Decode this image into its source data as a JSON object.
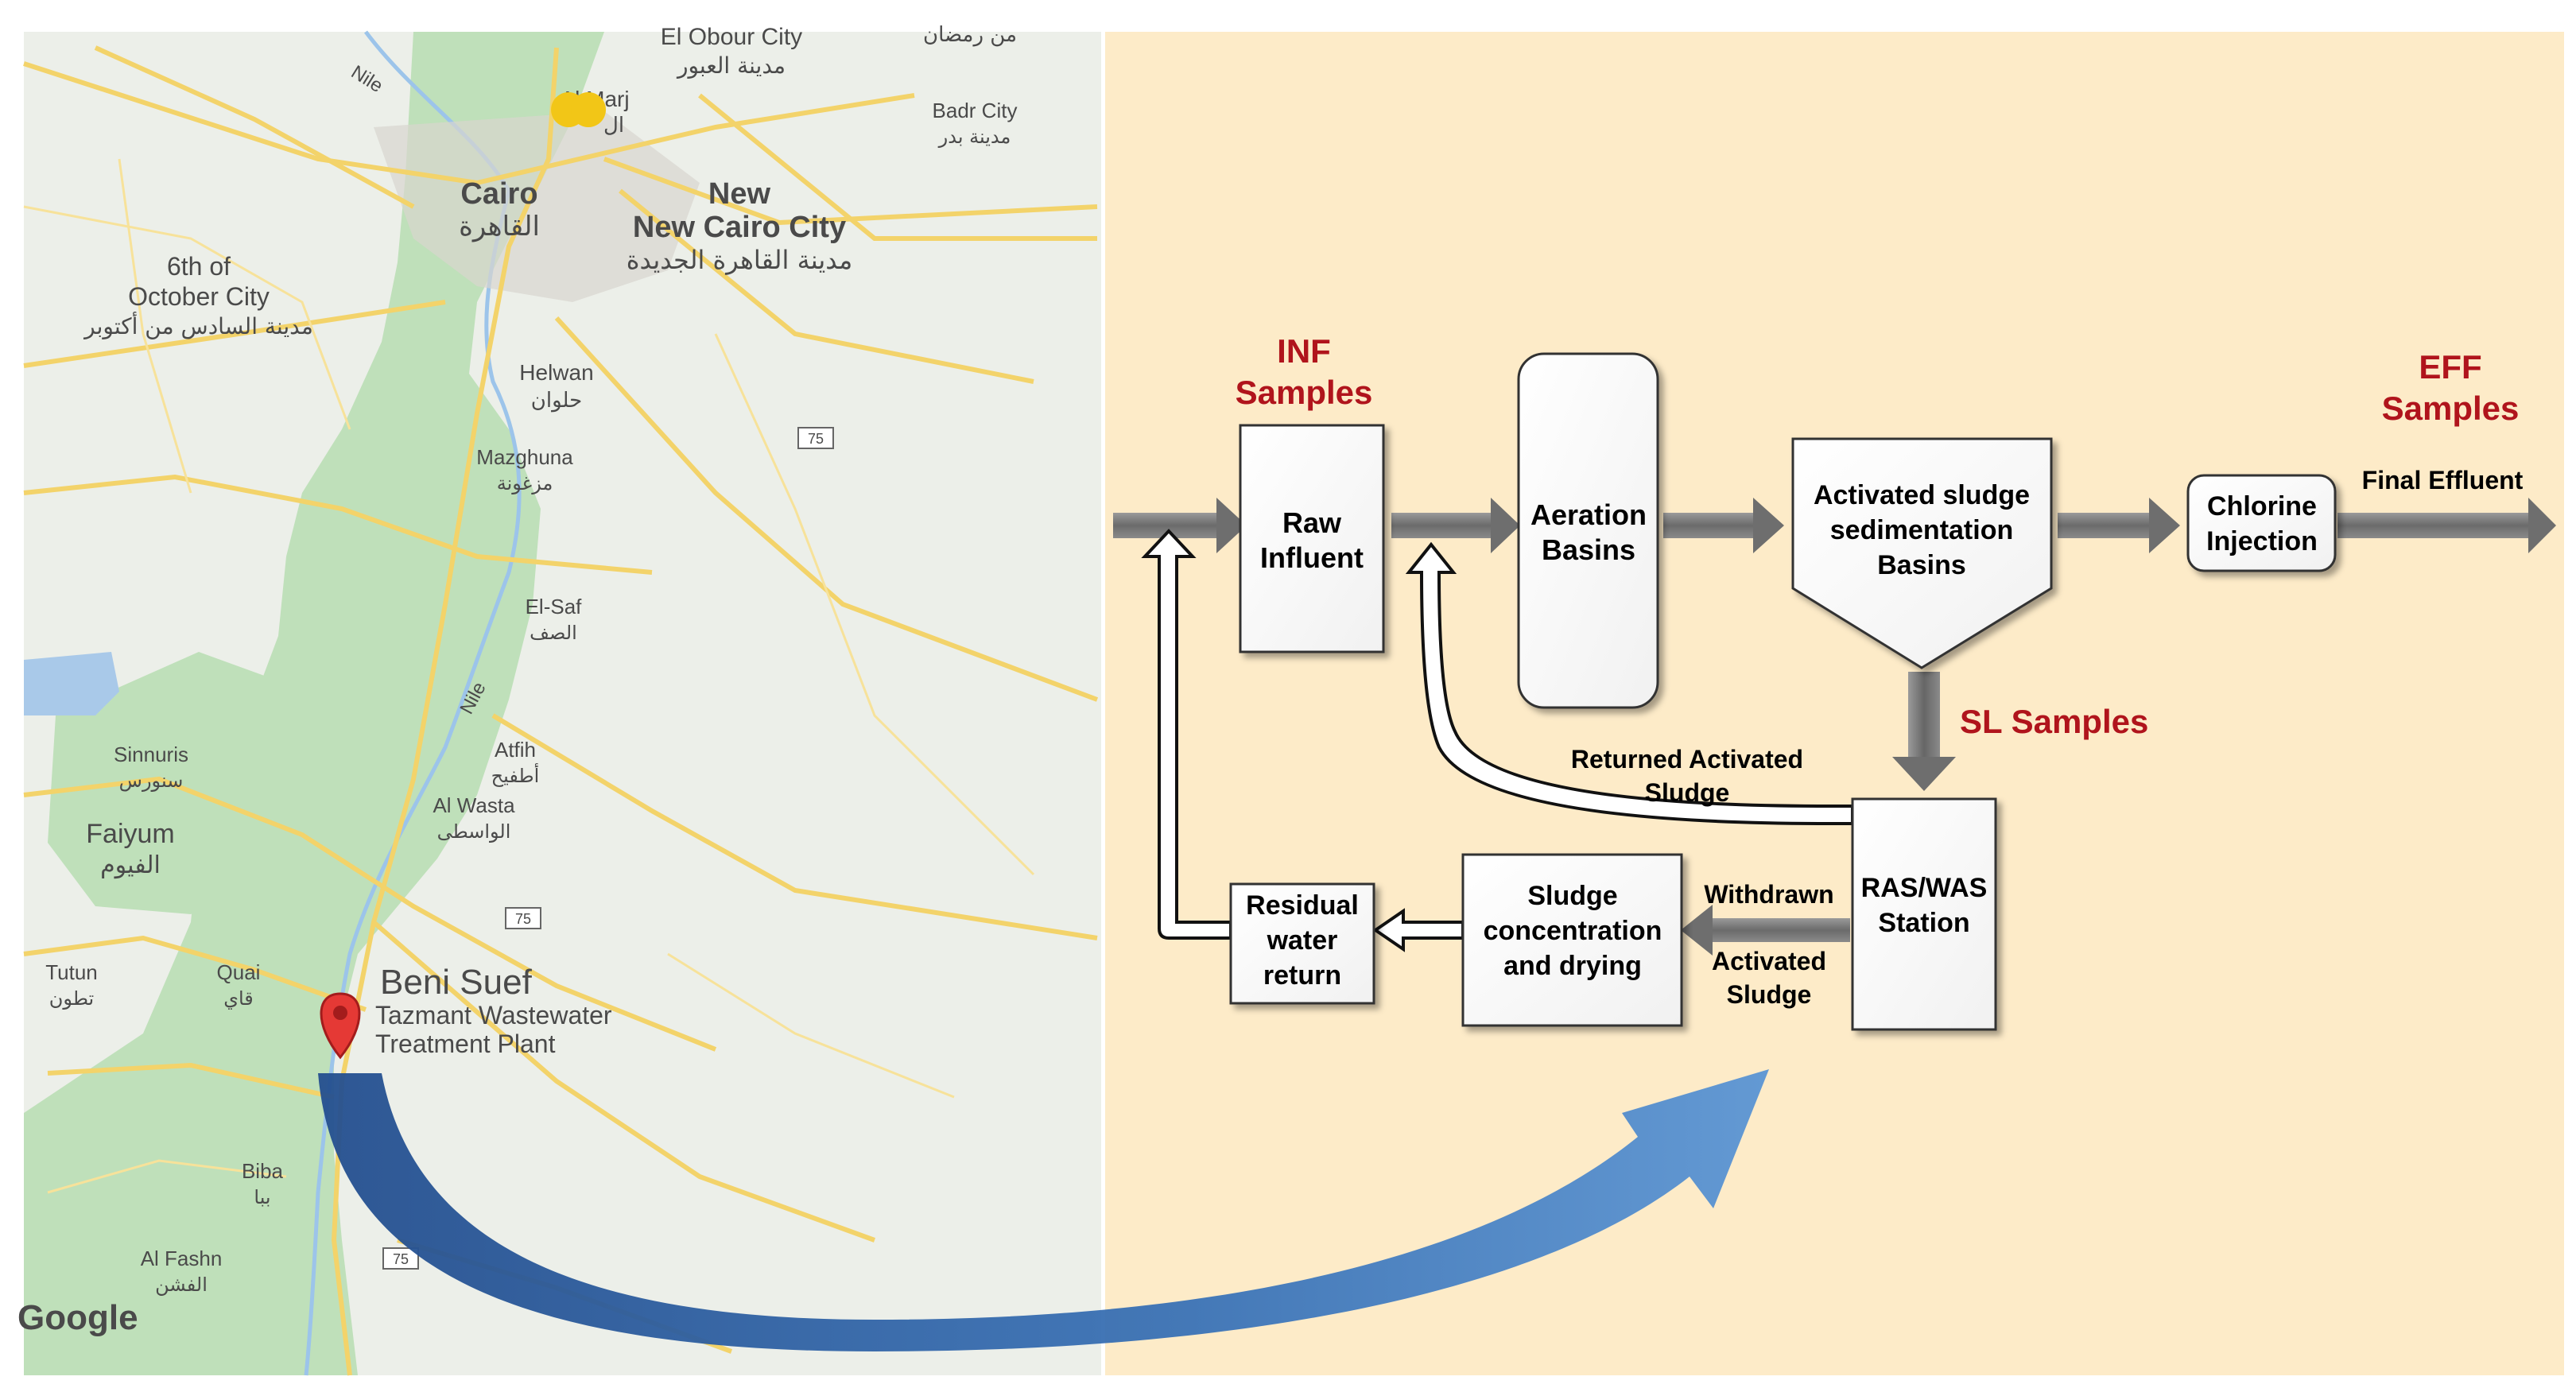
{
  "map": {
    "cities": [
      {
        "id": "el-obour",
        "en": "El Obour City",
        "ar": "مدينة العبور"
      },
      {
        "id": "ramadan",
        "en": "",
        "ar": "من رمضان"
      },
      {
        "id": "al-marj",
        "en": "Al Marj",
        "ar": "ال"
      },
      {
        "id": "badr",
        "en": "Badr City",
        "ar": "مدينة بدر"
      },
      {
        "id": "cairo",
        "en": "Cairo",
        "ar": "القاهرة"
      },
      {
        "id": "new-cairo",
        "en": "New Cairo City",
        "ar": "مدينة القاهرة الجديدة"
      },
      {
        "id": "october",
        "en": "6th of October City",
        "ar": "مدينة السادس من أكتوبر"
      },
      {
        "id": "helwan",
        "en": "Helwan",
        "ar": "حلوان"
      },
      {
        "id": "mazghuna",
        "en": "Mazghuna",
        "ar": "مزغونة"
      },
      {
        "id": "el-saf",
        "en": "El-Saf",
        "ar": "الصف"
      },
      {
        "id": "atfih",
        "en": "Atfih",
        "ar": "أطفيح"
      },
      {
        "id": "al-wasta",
        "en": "Al Wasta",
        "ar": "الواسطى"
      },
      {
        "id": "sinnuris",
        "en": "Sinnuris",
        "ar": "سنورس"
      },
      {
        "id": "faiyum",
        "en": "Faiyum",
        "ar": "الفيوم"
      },
      {
        "id": "tutun",
        "en": "Tutun",
        "ar": "تطون"
      },
      {
        "id": "quai",
        "en": "Quai",
        "ar": "قاي"
      },
      {
        "id": "biba",
        "en": "Biba",
        "ar": "ببا"
      },
      {
        "id": "al-fashn",
        "en": "Al Fashn",
        "ar": "الفشن"
      }
    ],
    "nile_label": "Nile",
    "road_label": "75",
    "pin_title": "Beni Suef",
    "pin_line1": "Tazmant Wastewater",
    "pin_line2": "Treatment Plant",
    "brand": "Google",
    "colors": {
      "land": "#e9ede6",
      "green": "#b9dcb5",
      "roads": "#f6d977",
      "water": "#a7c8ea",
      "pin": "#e53935",
      "pinText": "#e02020"
    }
  },
  "diagram": {
    "background": "#fdebc8",
    "inf_samples": [
      "INF",
      "Samples"
    ],
    "eff_samples": [
      "EFF",
      "Samples"
    ],
    "sl_samples": "SL Samples",
    "raw_influent": [
      "Raw",
      "Influent"
    ],
    "aeration": [
      "Aeration",
      "Basins"
    ],
    "sedimentation": [
      "Activated sludge",
      "sedimentation",
      "Basins"
    ],
    "chlorine": [
      "Chlorine",
      "Injection"
    ],
    "final_effluent": "Final Effluent",
    "ras_was": [
      "RAS/WAS",
      "Station"
    ],
    "returned_sludge": [
      "Returned Activated",
      "Sludge"
    ],
    "withdrawn_sludge": [
      "Withdrawn",
      "Activated",
      "Sludge"
    ],
    "sludge_conc": [
      "Sludge",
      "concentration",
      "and drying"
    ],
    "residual_water": [
      "Residual",
      "water",
      "return"
    ],
    "colors": {
      "label_red": "#b0141c",
      "arrow_grey": "#6e6e6e",
      "big_arrow": "#3d78bf"
    }
  }
}
